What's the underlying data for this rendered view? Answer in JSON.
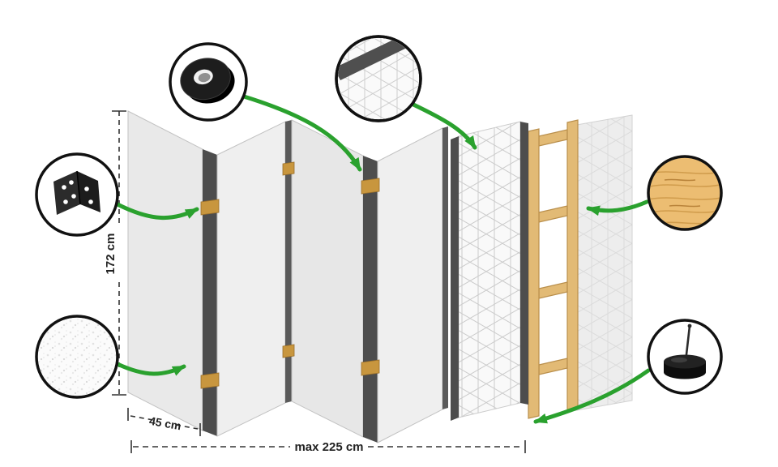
{
  "diagram": {
    "type": "product-construction-diagram",
    "subject": "five-panel folding room divider exploded view",
    "labels": {
      "height": "172 cm",
      "panel_width": "45 cm",
      "max_width": "max 225 cm"
    },
    "callouts": [
      {
        "id": "corner-bracket",
        "icon": "hinge-bracket-icon",
        "points_to": "panel-fold-joint-left"
      },
      {
        "id": "adhesive-tape",
        "icon": "tape-roll-icon",
        "points_to": "panel-fold-joint-middle"
      },
      {
        "id": "print-pattern",
        "icon": "geometric-pattern-icon",
        "points_to": "printed-panel"
      },
      {
        "id": "wood-material",
        "icon": "wood-texture-icon",
        "points_to": "wooden-frame"
      },
      {
        "id": "fleece-material",
        "icon": "fleece-texture-icon",
        "points_to": "panel-surface"
      },
      {
        "id": "floor-protector",
        "icon": "felt-foot-icon",
        "points_to": "panel-bottom-edge"
      }
    ],
    "colors": {
      "arrow_green": "#2aa12e",
      "panel_light": "#e9e9e9",
      "panel_edge_dark": "#4d4d4d",
      "hinge_gold": "#c8963e",
      "wood_tan": "#e2ba75",
      "outline_black": "#111111",
      "dimension_text": "#222222",
      "background": "#ffffff"
    }
  }
}
